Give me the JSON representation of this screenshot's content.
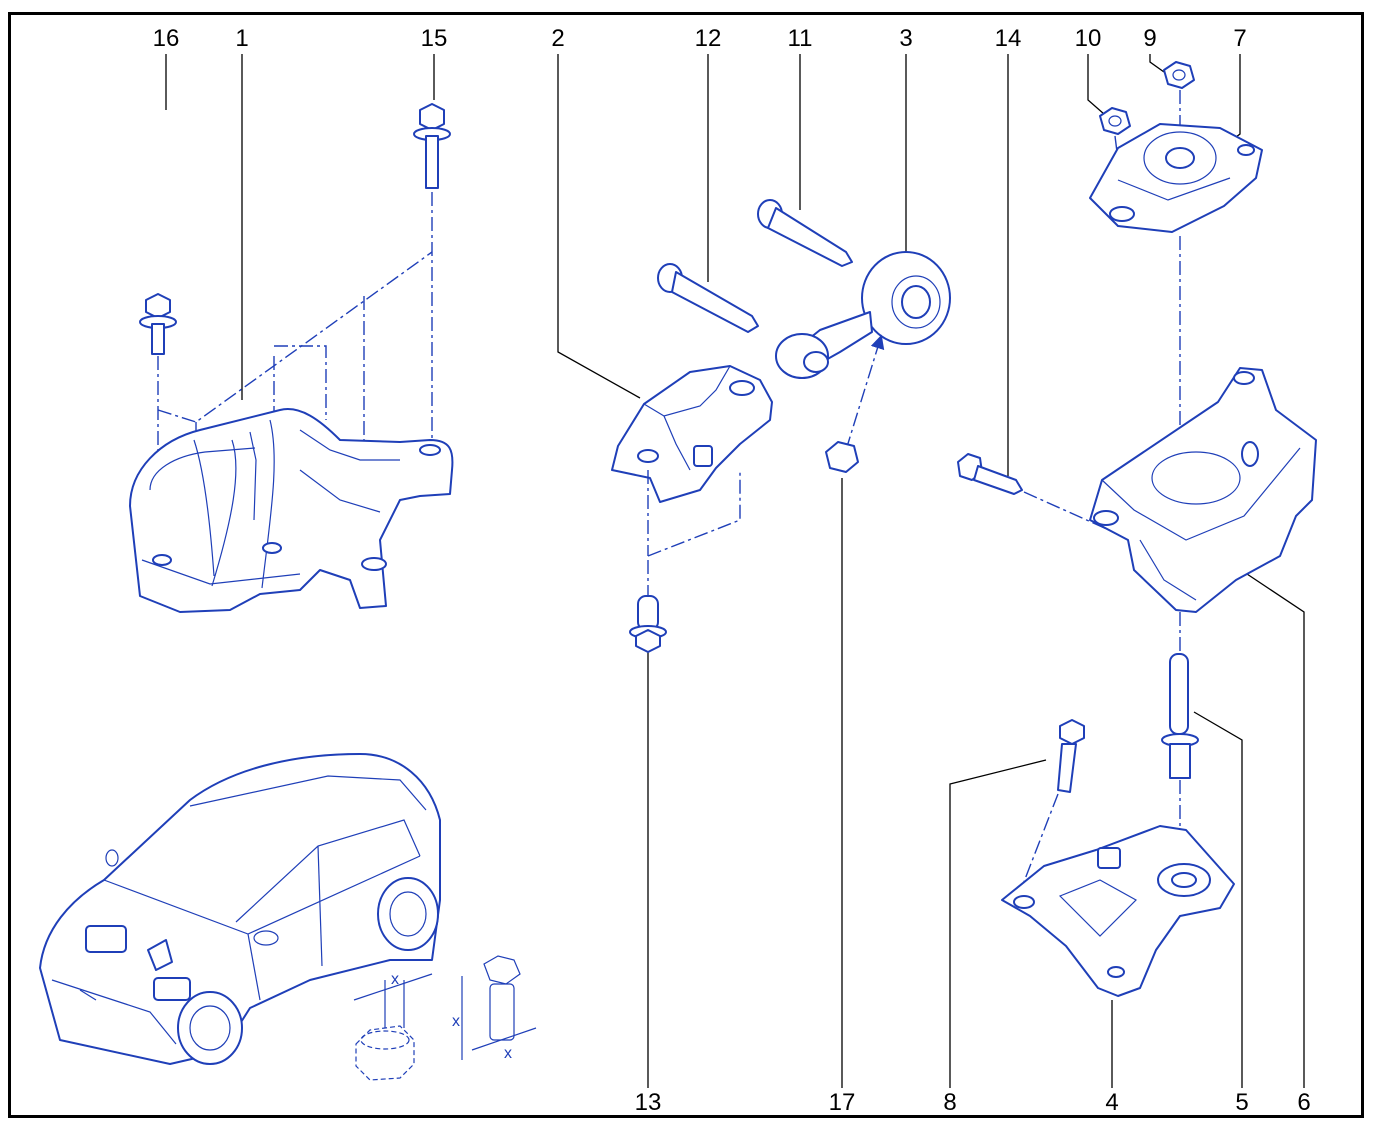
{
  "labels": {
    "top": [
      "16",
      "1",
      "15",
      "2",
      "12",
      "11",
      "3",
      "14",
      "10",
      "9",
      "7"
    ],
    "bottom": [
      "13",
      "17",
      "8",
      "4",
      "5",
      "6"
    ]
  },
  "symbols": {
    "dim": "x"
  },
  "colors": {
    "line": "#1f3fb8",
    "text": "#000000",
    "frame": "#000000"
  }
}
